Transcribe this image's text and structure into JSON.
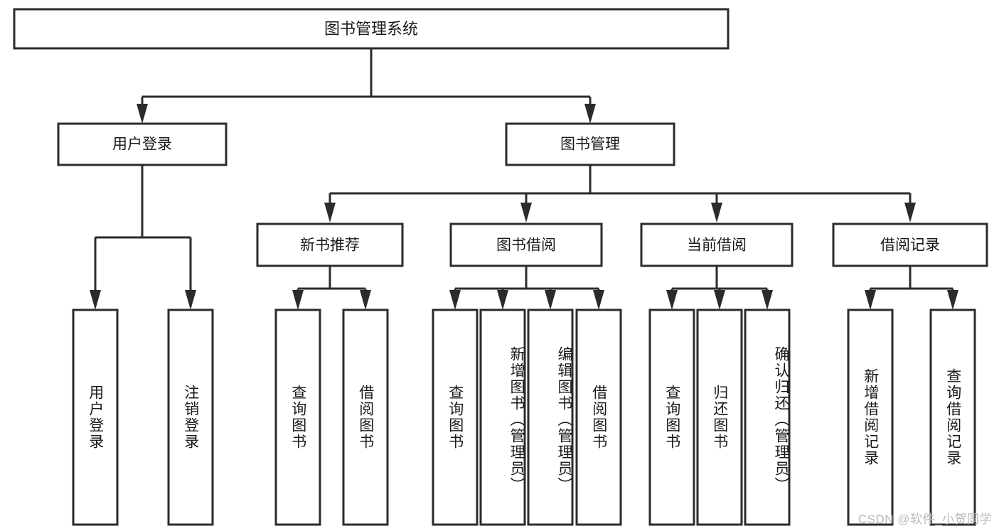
{
  "diagram": {
    "title": "图书管理系统",
    "watermark": "CSDN @软件_小贺同学",
    "root": {
      "label": "图书管理系统"
    },
    "level2": [
      {
        "label": "用户登录"
      },
      {
        "label": "图书管理"
      }
    ],
    "level3": [
      {
        "label": "新书推荐"
      },
      {
        "label": "图书借阅"
      },
      {
        "label": "当前借阅"
      },
      {
        "label": "借阅记录"
      }
    ],
    "leaves": {
      "user_login": [
        {
          "label": "用户登录"
        },
        {
          "label": "注销登录"
        }
      ],
      "new_book_recommend": [
        {
          "label": "查询图书"
        },
        {
          "label": "借阅图书"
        }
      ],
      "book_borrow": [
        {
          "label": "查询图书"
        },
        {
          "label": "新增图书（管理员）"
        },
        {
          "label": "编辑图书（管理员）"
        },
        {
          "label": "借阅图书"
        }
      ],
      "current_borrow": [
        {
          "label": "查询图书"
        },
        {
          "label": "归还图书"
        },
        {
          "label": "确认归还（管理员）"
        }
      ],
      "borrow_record": [
        {
          "label": "新增借阅记录"
        },
        {
          "label": "查询借阅记录"
        }
      ]
    },
    "colors": {
      "stroke": "#2b2b2b",
      "fill": "#ffffff",
      "text": "#1a1a1a",
      "watermark": "#b8b8b8"
    }
  }
}
